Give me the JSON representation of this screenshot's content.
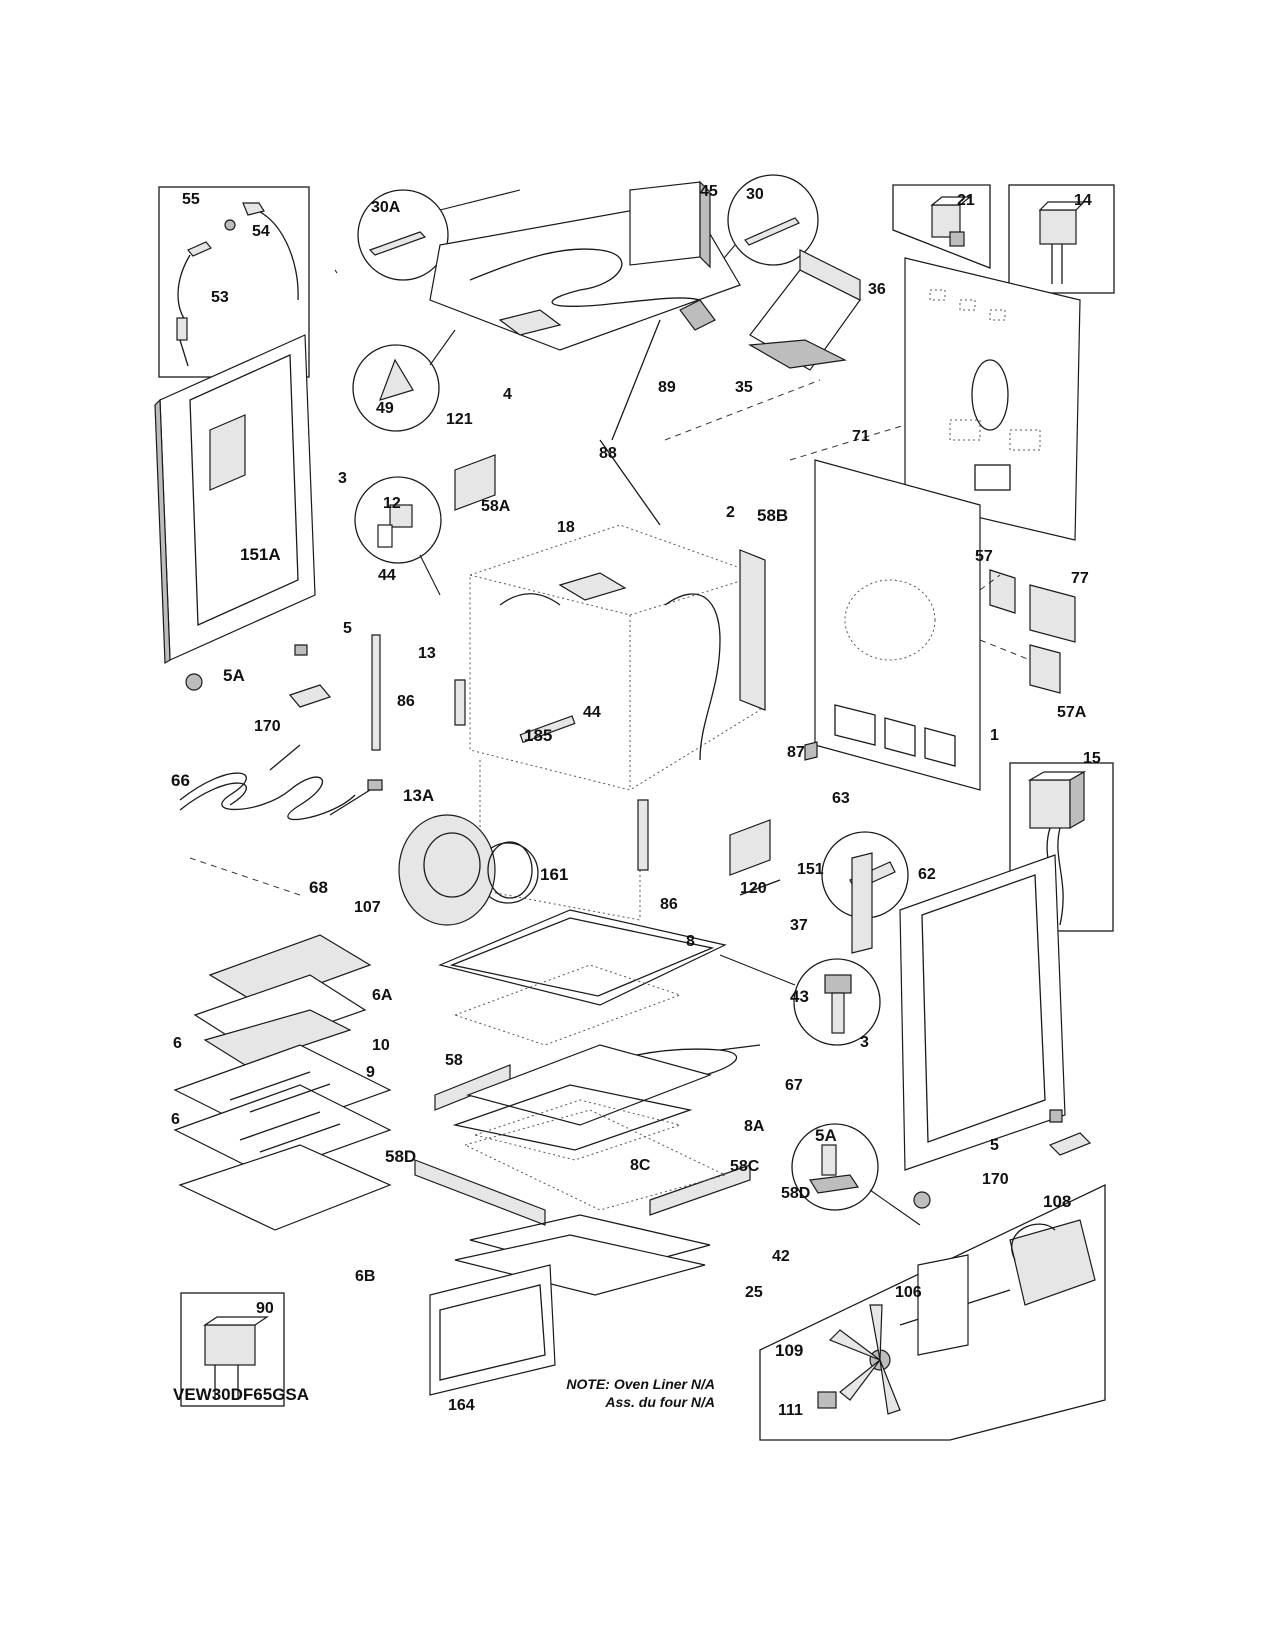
{
  "model_number": "VEW30DF65GSA",
  "note": {
    "line1": "NOTE: Oven Liner N/A",
    "line2": "Ass. du four N/A"
  },
  "parts": {
    "p55": "55",
    "p54": "54",
    "p53": "53",
    "p30A": "30A",
    "p45": "45",
    "p30": "30",
    "p21": "21",
    "p14": "14",
    "p36": "36",
    "p49": "49",
    "p4": "4",
    "p89": "89",
    "p35": "35",
    "p71": "71",
    "p121": "121",
    "p88": "88",
    "p3a": "3",
    "p151A": "151A",
    "p12": "12",
    "p58A": "58A",
    "p18": "18",
    "p2": "2",
    "p58B": "58B",
    "p57": "57",
    "p77": "77",
    "p44a": "44",
    "p5a": "5",
    "p13": "13",
    "p5Aa": "5A",
    "p86a": "86",
    "p185": "185",
    "p44b": "44",
    "p57A": "57A",
    "p170a": "170",
    "p1": "1",
    "p87": "87",
    "p15": "15",
    "p13A": "13A",
    "p66": "66",
    "p63": "63",
    "p62": "62",
    "p161": "161",
    "p120": "120",
    "p68": "68",
    "p86b": "86",
    "p151": "151",
    "p107": "107",
    "p37": "37",
    "p8": "8",
    "p6A": "6A",
    "p43": "43",
    "p10": "10",
    "p6a": "6",
    "p58": "58",
    "p9": "9",
    "p3b": "3",
    "p67": "67",
    "p6b": "6",
    "p8A": "8A",
    "p5Ab": "5A",
    "p5b": "5",
    "p58Da": "58D",
    "p8C": "8C",
    "p58C": "58C",
    "p170b": "170",
    "p58Db": "58D",
    "p108": "108",
    "p42": "42",
    "p25": "25",
    "p6B": "6B",
    "p106": "106",
    "p90": "90",
    "p109": "109",
    "p164": "164",
    "p111": "111"
  }
}
